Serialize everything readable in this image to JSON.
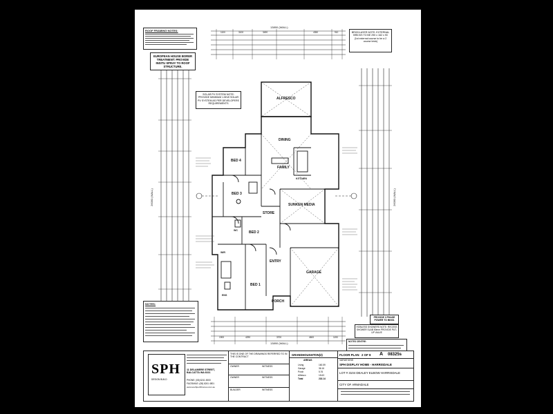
{
  "overall_dim": "13890 (WALL)",
  "bottom_dim": "13890 (WALL)",
  "top_dims": [
    "1100",
    "3100",
    "3490",
    "4350",
    "910"
  ],
  "bottom_dims_row1": [
    "1900",
    "4290",
    "3700",
    "4600",
    "1190"
  ],
  "left_vertical_dim": "26090 (WALL)",
  "right_vertical_dim": "26090 (WALL)",
  "notes": {
    "roof_framing": "ROOF FRAMING NOTES:",
    "borer_treatment": "EUROPEAN HOUSE BORER TREATMENT: PROVIDE INSITU SPRAY TO ROOF STRUCTURE.",
    "solar_note": "SOLAR PV SYSTEM NOTE: PROVIDE MINIMUM 1.5KW SOLAR PV SYSTEM AS PER DEVELOPERS REQUIREMENTS",
    "bricklayer": "BRICKLAYER NOTE: EXTERNAL BRICKS TO BE 290 x 162 x 90 (1st external course to be a 2 course brick)",
    "notes_title": "NOTES:",
    "three_phase": "PROVIDE 3 PHASE POWER TO BIN01",
    "hobless": "HOBLESS SHOWERS NOTE: RECESS SHOWER SLAB 50mm PROVIDE PUT-UP VALVE",
    "notes_centre": "NOTES CENTRE:"
  },
  "rooms": {
    "alfresco": "ALFRESCO",
    "dining": "DINING",
    "family": "FAMILY",
    "kitchen": "KITCHEN",
    "bed4": "BED 4",
    "bed3": "BED 3",
    "bed2": "BED 2",
    "bed1": "BED 1",
    "store": "STORE",
    "sunken_media": "SUNKEN MEDIA",
    "entry": "ENTRY",
    "garage": "GARAGE",
    "porch": "PORCH",
    "wir": "WIR",
    "ens": "ENS",
    "wc": "WC"
  },
  "areas_table": {
    "title": "AREAS",
    "rows": [
      {
        "label": "Living",
        "value": "160.59"
      },
      {
        "label": "Garage",
        "value": "36.16"
      },
      {
        "label": "Porch",
        "value": "5.76"
      },
      {
        "label": "Alfresco",
        "value": "15.63"
      },
      {
        "label": "Total",
        "value": "218.14"
      }
    ]
  },
  "title_block": {
    "logo": "SPH",
    "logo_sub": "DESIGN BUILD",
    "company_address": "11 DELAMERE STREET, BALCATTA WA 6021",
    "phone": "PHONE: (08) 6241 4500",
    "fax": "FACSIMILE: (08) 6241 4501",
    "web": "www.southperthhomes.com.au",
    "disclaimer": "THIS IS ONE OF THE DRAWINGS REFERRED TO IN THE CONTRACT",
    "design": "GRANDHOUGHTON(2)",
    "sheet_type": "FLOOR PLAN",
    "sheet_no": "2 OF 8",
    "revision": "A",
    "job_no": "08325s",
    "variations": "VARIATIONS",
    "client": "SPH DISPLAY HOME - HARRISDALE",
    "address": "LOT # 3104 DEALEY ELBOW HARRISDALE",
    "council": "CITY OF ARMADALE",
    "owner_label": "OWNER",
    "witness_label": "WITNESS",
    "builder_label": "BUILDER"
  },
  "colors": {
    "background": "#000000",
    "paper": "#ffffff",
    "ink": "#111111"
  }
}
